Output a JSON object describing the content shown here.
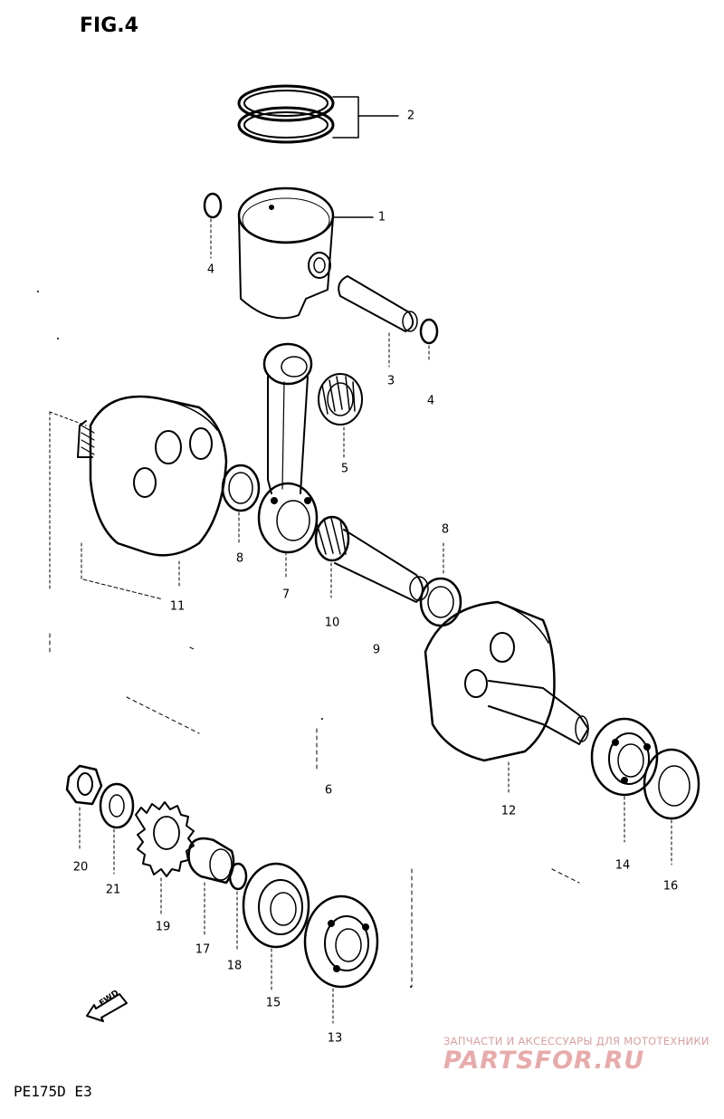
{
  "figure": {
    "title": "FIG.4",
    "model": "PE175D E3"
  },
  "fwd_label": "FWD",
  "callouts": [
    {
      "id": "c1",
      "text": "1"
    },
    {
      "id": "c2",
      "text": "2"
    },
    {
      "id": "c3",
      "text": "3"
    },
    {
      "id": "c4a",
      "text": "4"
    },
    {
      "id": "c4b",
      "text": "4"
    },
    {
      "id": "c5",
      "text": "5"
    },
    {
      "id": "c6",
      "text": "6"
    },
    {
      "id": "c7",
      "text": "7"
    },
    {
      "id": "c8a",
      "text": "8"
    },
    {
      "id": "c8b",
      "text": "8"
    },
    {
      "id": "c9",
      "text": "9"
    },
    {
      "id": "c10",
      "text": "10"
    },
    {
      "id": "c11",
      "text": "11"
    },
    {
      "id": "c12",
      "text": "12"
    },
    {
      "id": "c13",
      "text": "13"
    },
    {
      "id": "c14",
      "text": "14"
    },
    {
      "id": "c15",
      "text": "15"
    },
    {
      "id": "c16",
      "text": "16"
    },
    {
      "id": "c17",
      "text": "17"
    },
    {
      "id": "c18",
      "text": "18"
    },
    {
      "id": "c19",
      "text": "19"
    },
    {
      "id": "c20",
      "text": "20"
    },
    {
      "id": "c21",
      "text": "21"
    }
  ],
  "watermark": {
    "tagline": "ЗАПЧАСТИ И АКСЕССУАРЫ ДЛЯ МОТОТЕХНИКИ",
    "logo": "PARTSFOR.RU",
    "color": "#e8aaaa"
  }
}
